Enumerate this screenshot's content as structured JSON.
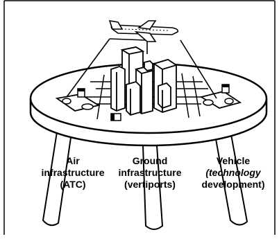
{
  "legs": {
    "left": {
      "lines": [
        "Air",
        "infrastructure",
        "(ATC)"
      ]
    },
    "center": {
      "lines": [
        "Ground",
        "infrastructure",
        "(vertiports)"
      ]
    },
    "right": {
      "lines": [
        "Vehicle",
        "(technology",
        "development)"
      ]
    }
  },
  "colors": {
    "ink": "#000000",
    "paper": "#ffffff",
    "shade": "#bdbdbd"
  },
  "icons": [
    "aircraft-icon",
    "city-buildings-icon",
    "vertiport-pad-icon"
  ]
}
